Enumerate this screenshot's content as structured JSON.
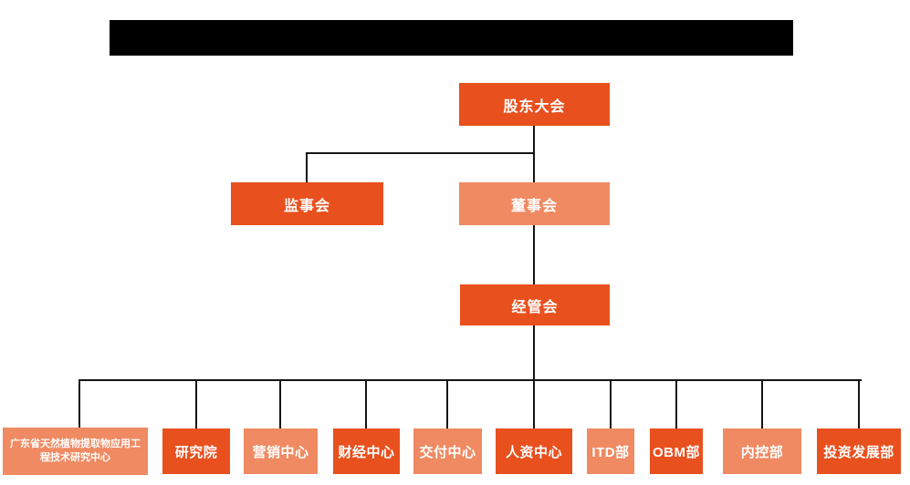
{
  "colors": {
    "node_primary": "#E8501E",
    "node_secondary": "#EF8A62",
    "connector": "#141414",
    "redacted_title_bar": "#000000",
    "node_text": "#ffffff",
    "background": "#ffffff"
  },
  "org_chart": {
    "root": {
      "label": "股东大会",
      "variant": "primary"
    },
    "level2": [
      {
        "label": "监事会",
        "variant": "primary"
      },
      {
        "label": "董事会",
        "variant": "secondary"
      }
    ],
    "level3": {
      "label": "经管会",
      "variant": "primary"
    },
    "departments": [
      {
        "label": "广东省天然植物提取物应用工程技术研究中心",
        "variant": "secondary"
      },
      {
        "label": "研究院",
        "variant": "primary"
      },
      {
        "label": "营销中心",
        "variant": "secondary"
      },
      {
        "label": "财经中心",
        "variant": "primary"
      },
      {
        "label": "交付中心",
        "variant": "secondary"
      },
      {
        "label": "人资中心",
        "variant": "primary"
      },
      {
        "label": "ITD部",
        "variant": "secondary"
      },
      {
        "label": "OBM部",
        "variant": "primary"
      },
      {
        "label": "内控部",
        "variant": "secondary"
      },
      {
        "label": "投资发展部",
        "variant": "primary"
      }
    ]
  }
}
